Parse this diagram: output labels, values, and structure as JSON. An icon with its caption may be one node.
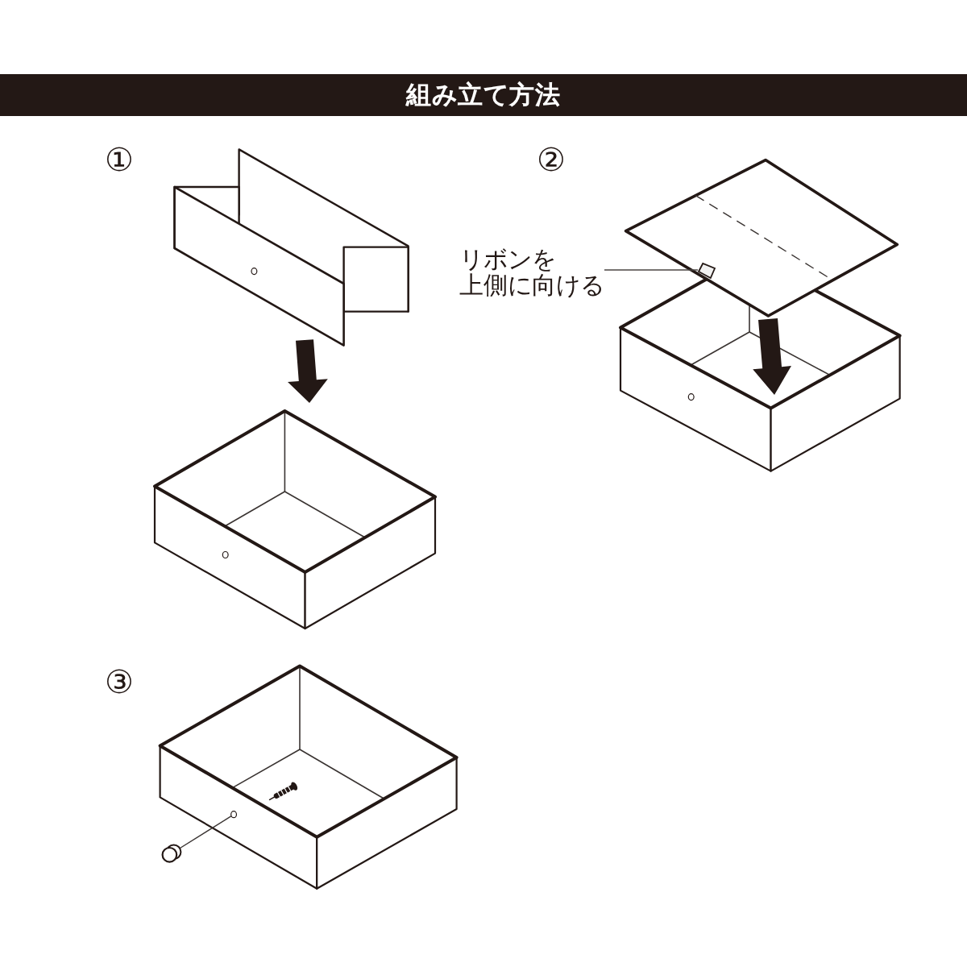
{
  "diagram": {
    "title": "組み立て方法",
    "nodes": [
      {
        "text": [
          "リボンを上側に向ける"
        ]
      },
      {
        "text": [],
        "shape": "box"
      }
    ],
    "edges": [
      {
        "from": 0,
        "to": 1,
        "arrow": "none"
      }
    ],
    "labels": [
      "①",
      "②",
      "③"
    ]
  }
}
